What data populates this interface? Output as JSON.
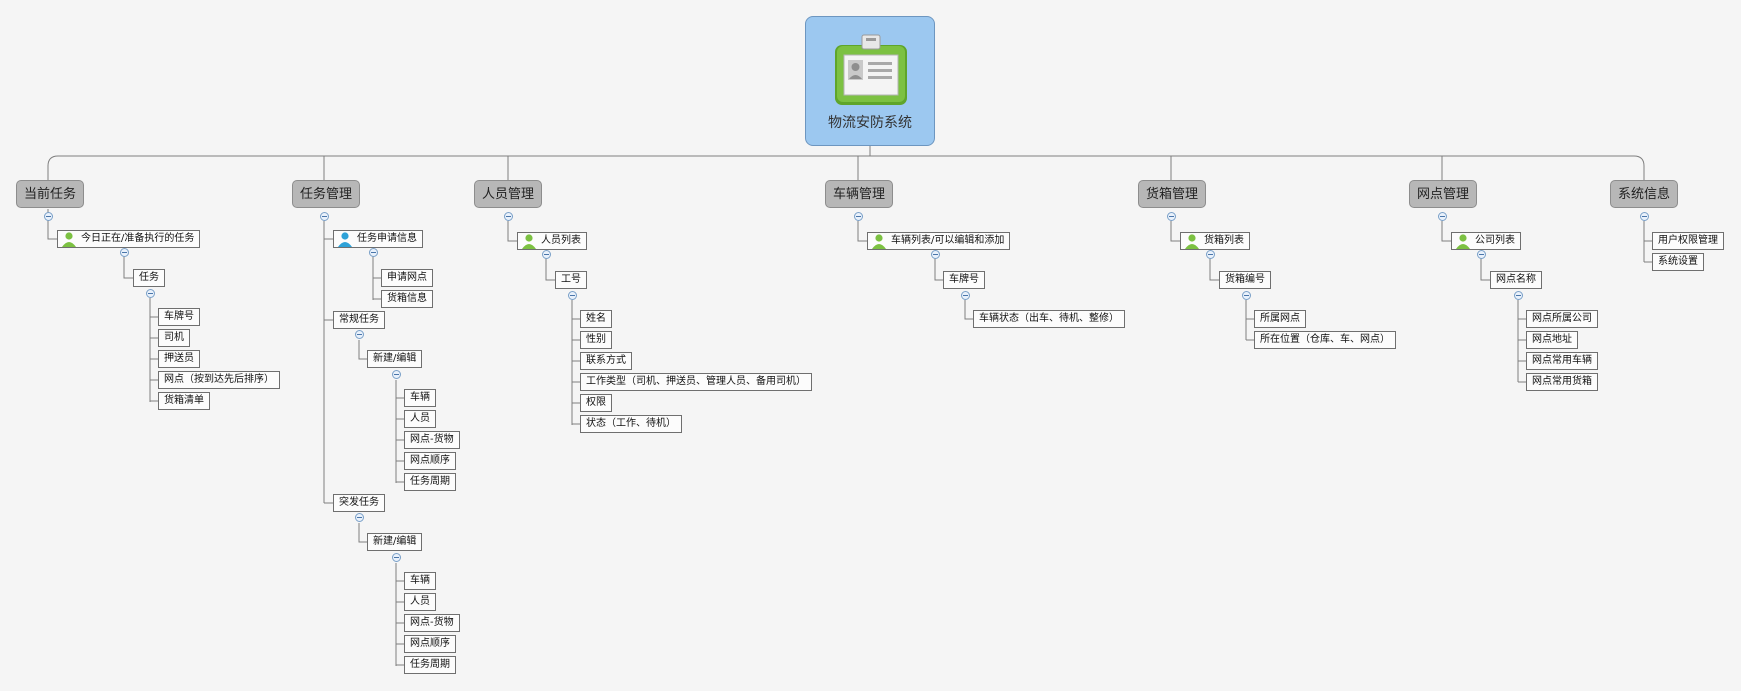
{
  "root": {
    "label": "物流安防系统",
    "icon": "id-badge-icon"
  },
  "colors": {
    "root_fill": "#9cc8f0",
    "category_fill": "#b7b7b7",
    "line": "#7f7f7f",
    "person_green": "#7cc142",
    "person_blue": "#2ea2d8"
  },
  "categories": [
    {
      "label": "当前任务"
    },
    {
      "label": "任务管理"
    },
    {
      "label": "人员管理"
    },
    {
      "label": "车辆管理"
    },
    {
      "label": "货箱管理"
    },
    {
      "label": "网点管理"
    },
    {
      "label": "系统信息"
    }
  ],
  "current_task": {
    "today": "今日正在/准备执行的任务",
    "task": "任务",
    "fields": [
      "车牌号",
      "司机",
      "押送员",
      "网点（按到达先后排序）",
      "货箱清单"
    ]
  },
  "task_mgmt": {
    "apply_info": "任务申请信息",
    "apply_children": [
      "申请网点",
      "货箱信息"
    ],
    "regular": "常规任务",
    "regular_edit": "新建/编辑",
    "regular_fields": [
      "车辆",
      "人员",
      "网点-货物",
      "网点顺序",
      "任务周期"
    ],
    "sudden": "突发任务",
    "sudden_edit": "新建/编辑",
    "sudden_fields": [
      "车辆",
      "人员",
      "网点-货物",
      "网点顺序",
      "任务周期"
    ]
  },
  "people_mgmt": {
    "list": "人员列表",
    "id": "工号",
    "fields": [
      "姓名",
      "性别",
      "联系方式",
      "工作类型（司机、押送员、管理人员、备用司机）",
      "权限",
      "状态（工作、待机）"
    ]
  },
  "vehicle_mgmt": {
    "list": "车辆列表/可以编辑和添加",
    "plate": "车牌号",
    "status": "车辆状态（出车、待机、整修）"
  },
  "box_mgmt": {
    "list": "货箱列表",
    "id": "货箱编号",
    "fields": [
      "所属网点",
      "所在位置（仓库、车、网点）"
    ]
  },
  "site_mgmt": {
    "list": "公司列表",
    "name": "网点名称",
    "fields": [
      "网点所属公司",
      "网点地址",
      "网点常用车辆",
      "网点常用货箱"
    ]
  },
  "system_info": {
    "items": [
      "用户权限管理",
      "系统设置"
    ]
  }
}
